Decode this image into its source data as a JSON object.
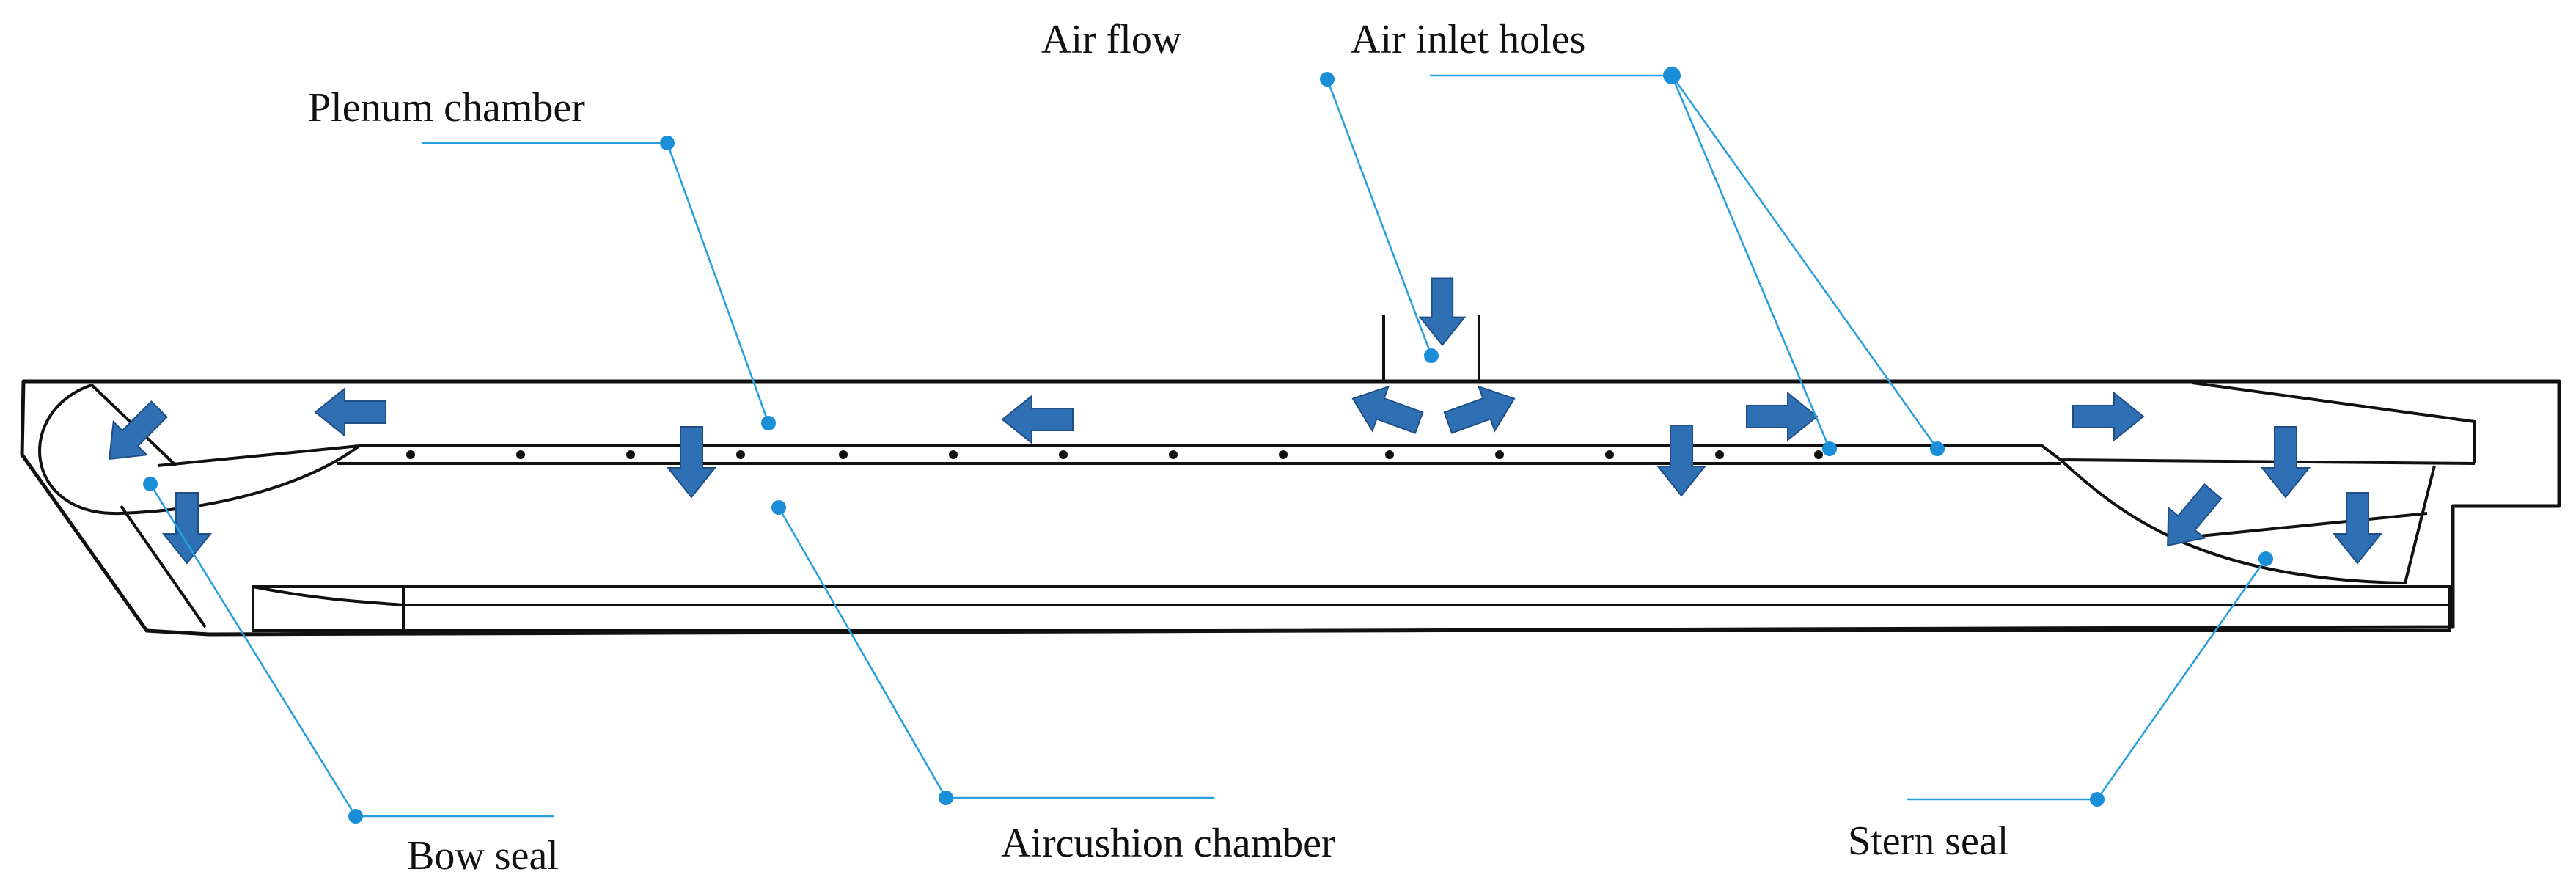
{
  "labels": {
    "air_flow": "Air flow",
    "air_inlet_holes": "Air inlet holes",
    "plenum_chamber": "Plenum chamber",
    "bow_seal": "Bow seal",
    "aircushion_chamber": "Aircushion chamber",
    "stern_seal": "Stern seal"
  },
  "colors": {
    "arrow_fill": "#2f6fb4",
    "arrow_stroke": "#1f4f86",
    "leader_line": "#2a9fe0",
    "leader_dot": "#1a8fd8",
    "outline": "#111111"
  },
  "icons": {
    "flow_arrow": "block-arrow-icon"
  }
}
